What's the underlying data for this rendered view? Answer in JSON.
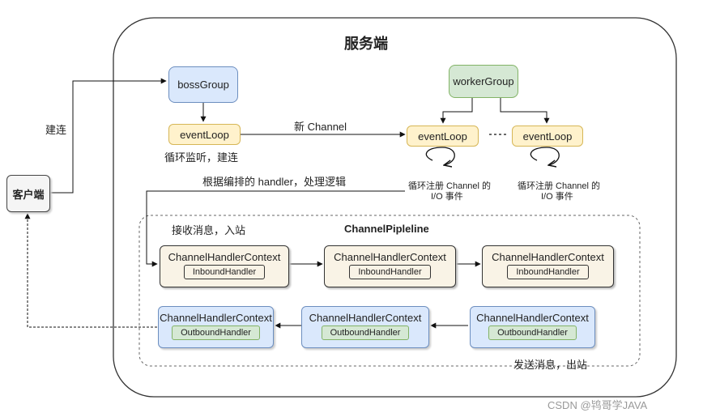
{
  "server": {
    "title": "服务端"
  },
  "client": {
    "label": "客户端"
  },
  "edges": {
    "connect": "建连",
    "new_channel": "新 Channel",
    "dispatch": "根据编排的 handler，处理逻辑"
  },
  "boss": {
    "group": "bossGroup",
    "event_loop": "eventLoop",
    "caption": "循环监听，建连"
  },
  "worker": {
    "group": "workerGroup",
    "event_loops": [
      {
        "label": "eventLoop",
        "caption_line1": "循环注册 Channel 的",
        "caption_line2": "I/O 事件"
      },
      {
        "label": "eventLoop",
        "caption_line1": "循环注册 Channel 的",
        "caption_line2": "I/O 事件"
      }
    ]
  },
  "pipeline": {
    "title": "ChannelPipleline",
    "inbound_caption": "接收消息，入站",
    "outbound_caption": "发送消息，出站",
    "inbound": [
      {
        "context": "ChannelHandlerContext",
        "handler": "InboundHandler"
      },
      {
        "context": "ChannelHandlerContext",
        "handler": "InboundHandler"
      },
      {
        "context": "ChannelHandlerContext",
        "handler": "InboundHandler"
      }
    ],
    "outbound": [
      {
        "context": "ChannelHandlerContext",
        "handler": "OutboundHandler"
      },
      {
        "context": "ChannelHandlerContext",
        "handler": "OutboundHandler"
      },
      {
        "context": "ChannelHandlerContext",
        "handler": "OutboundHandler"
      }
    ]
  },
  "watermark": "CSDN @鸨哥学JAVA"
}
